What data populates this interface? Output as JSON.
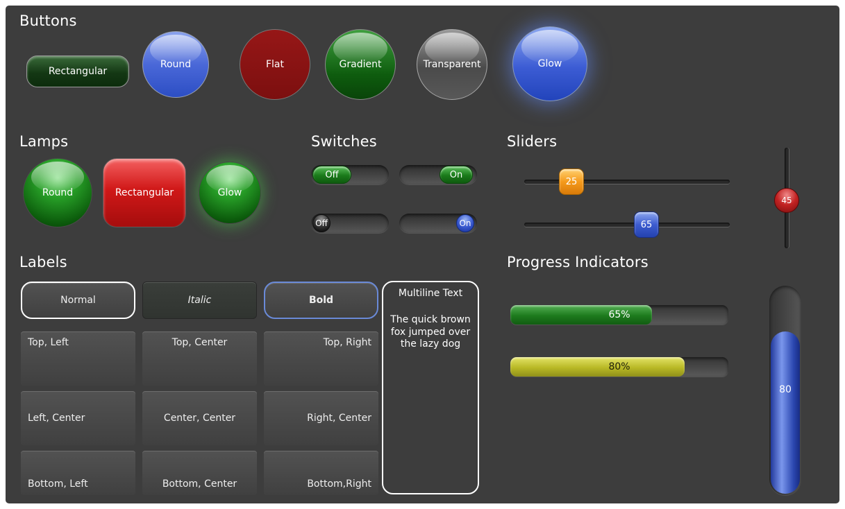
{
  "colors": {
    "background": "#3d3d3d",
    "green": "#1d7a1d",
    "blue": "#4a68d8",
    "red": "#8e1414",
    "orange": "#f59a1c",
    "yellow": "#b8b825"
  },
  "buttons": {
    "title": "Buttons",
    "rectangular": "Rectangular",
    "round": "Round",
    "flat": "Flat",
    "gradient": "Gradient",
    "transparent": "Transparent",
    "glow": "Glow"
  },
  "lamps": {
    "title": "Lamps",
    "round": "Round",
    "rectangular": "Rectangular",
    "glow": "Glow"
  },
  "switches": {
    "title": "Switches",
    "switch1": {
      "label": "Off",
      "state": "off",
      "style": "green-pill"
    },
    "switch2": {
      "label": "On",
      "state": "on",
      "style": "green-pill"
    },
    "switch3": {
      "label": "Off",
      "state": "off",
      "style": "black-ball"
    },
    "switch4": {
      "label": "On",
      "state": "on",
      "style": "blue-ball"
    }
  },
  "sliders": {
    "title": "Sliders",
    "horizontal1": {
      "value": "25",
      "color": "#f59a1c"
    },
    "horizontal2": {
      "value": "65",
      "color": "#3d5cd0"
    },
    "vertical1": {
      "value": "45",
      "color": "#c22222"
    }
  },
  "labels": {
    "title": "Labels",
    "normal": "Normal",
    "italic": "Italic",
    "bold": "Bold",
    "top_left": "Top, Left",
    "top_center": "Top, Center",
    "top_right": "Top, Right",
    "left_center": "Left, Center",
    "center_center": "Center, Center",
    "right_center": "Right, Center",
    "bottom_left": "Bottom, Left",
    "bottom_center": "Bottom, Center",
    "bottom_right": "Bottom,Right",
    "multiline_title": "Multiline Text",
    "multiline_body": "The quick brown fox jumped over the lazy dog"
  },
  "progress": {
    "title": "Progress Indicators",
    "bar1": {
      "label": "65%",
      "percent": 65,
      "color": "#1d7a1d"
    },
    "bar2": {
      "label": "80%",
      "percent": 80,
      "color": "#b8b825"
    },
    "vertical": {
      "label": "80",
      "percent": 80,
      "color": "#2b47b0"
    }
  }
}
